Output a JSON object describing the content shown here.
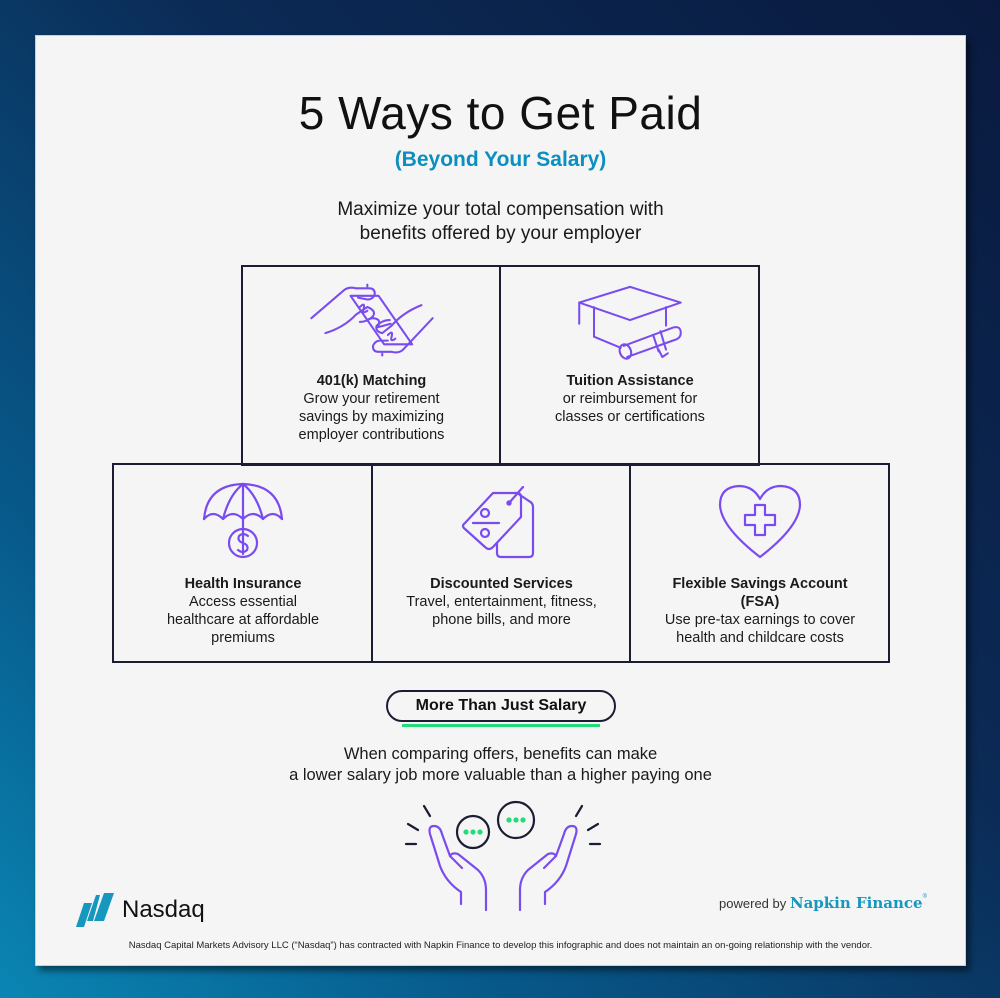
{
  "header": {
    "title": "5 Ways to Get Paid",
    "subtitle": "(Beyond Your Salary)",
    "intro_line1": "Maximize your total compensation with",
    "intro_line2": "benefits offered by your employer"
  },
  "benefits": [
    {
      "icon": "hands-puzzle-dollar-icon",
      "title": "401(k) Matching",
      "lines": [
        "Grow your retirement",
        "savings by maximizing",
        "employer contributions"
      ]
    },
    {
      "icon": "graduation-cap-diploma-icon",
      "title": "Tuition Assistance",
      "lines": [
        "or reimbursement for",
        "classes or certifications"
      ]
    },
    {
      "icon": "umbrella-dollar-icon",
      "title": "Health Insurance",
      "lines": [
        "Access essential",
        "healthcare at affordable",
        "premiums"
      ]
    },
    {
      "icon": "discount-tag-icon",
      "title": "Discounted Services",
      "lines": [
        "Travel, entertainment, fitness,",
        "phone bills, and more"
      ]
    },
    {
      "icon": "heart-cross-icon",
      "title_line1": "Flexible Savings Account",
      "title_line2": "(FSA)",
      "lines": [
        "Use pre-tax earnings to cover",
        "health and childcare costs"
      ]
    }
  ],
  "callout": {
    "pill_label": "More Than Just Salary",
    "line1": "When comparing offers, benefits can make",
    "line2": "a lower salary job more valuable than a higher paying one",
    "icon": "hands-speech-bubbles-icon"
  },
  "footer": {
    "logo_text": "Nasdaq",
    "powered_prefix": "powered by",
    "powered_brand": "Napkin Finance",
    "powered_tm": "®",
    "disclaimer": "Nasdaq Capital Markets Advisory LLC (“Nasdaq”) has contracted with Napkin Finance to develop this infographic and does not maintain an on-going relationship with the vendor."
  },
  "colors": {
    "accent_purple": "#7a4cf0",
    "accent_blue": "#0a8fc0",
    "accent_green": "#22dd77",
    "border_dark": "#1b1d33"
  }
}
